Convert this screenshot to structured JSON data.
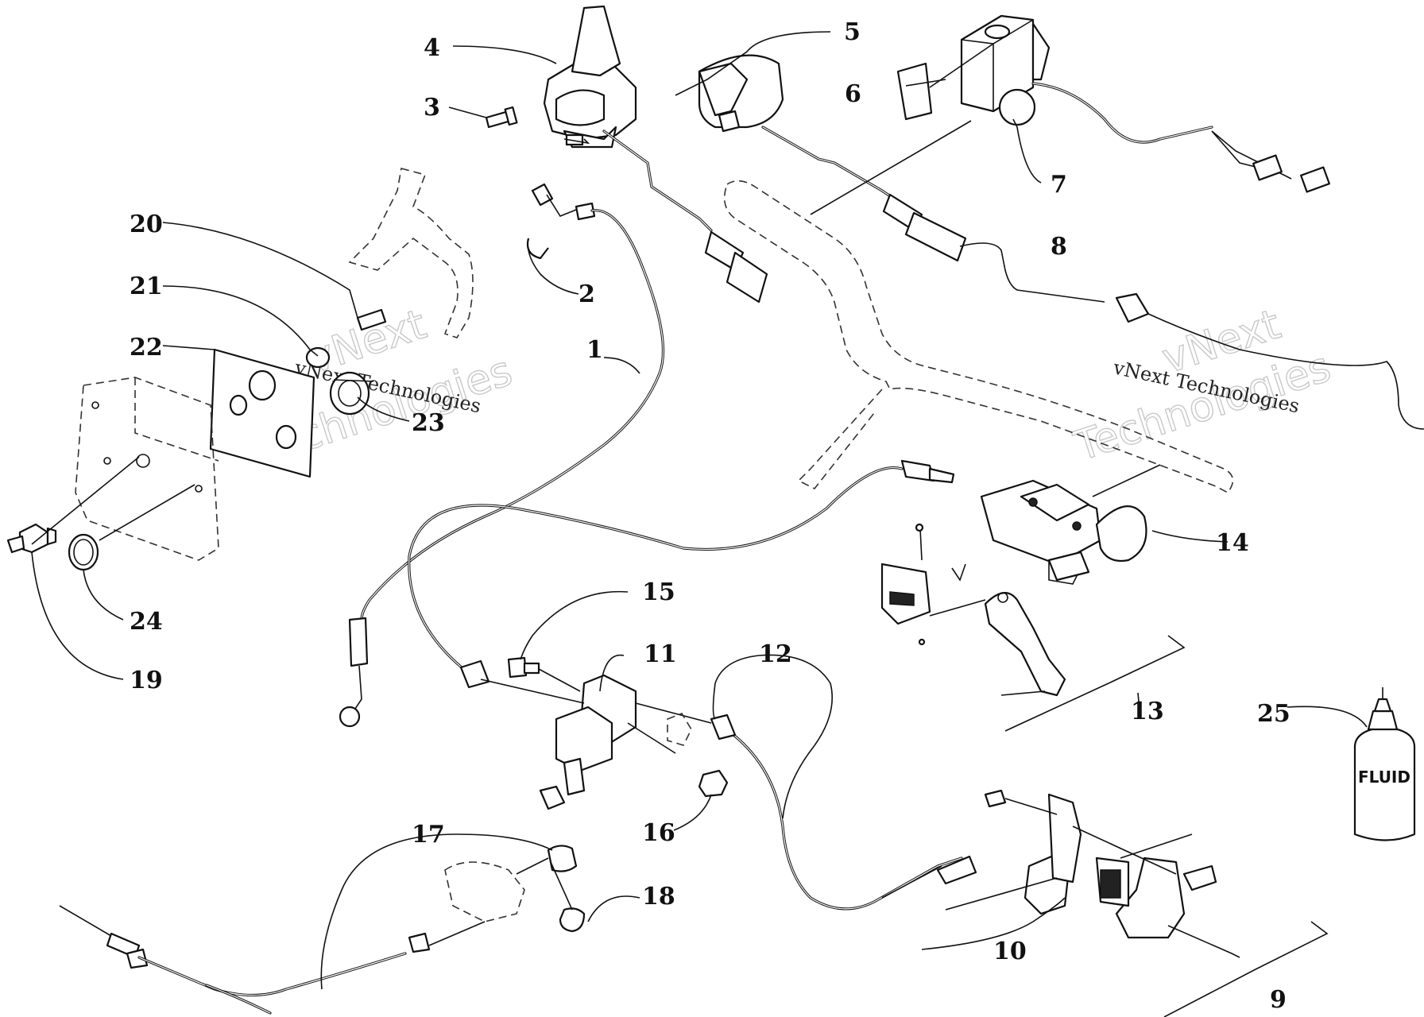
{
  "callouts": [
    {
      "id": "1",
      "text": "1"
    },
    {
      "id": "2",
      "text": "2"
    },
    {
      "id": "3",
      "text": "3"
    },
    {
      "id": "4",
      "text": "4"
    },
    {
      "id": "5",
      "text": "5"
    },
    {
      "id": "6",
      "text": "6"
    },
    {
      "id": "7",
      "text": "7"
    },
    {
      "id": "8",
      "text": "8"
    },
    {
      "id": "9",
      "text": "9"
    },
    {
      "id": "10",
      "text": "10"
    },
    {
      "id": "11",
      "text": "11"
    },
    {
      "id": "12",
      "text": "12"
    },
    {
      "id": "13",
      "text": "13"
    },
    {
      "id": "14",
      "text": "14"
    },
    {
      "id": "15",
      "text": "15"
    },
    {
      "id": "16",
      "text": "16"
    },
    {
      "id": "17",
      "text": "17"
    },
    {
      "id": "18",
      "text": "18"
    },
    {
      "id": "19",
      "text": "19"
    },
    {
      "id": "20",
      "text": "20"
    },
    {
      "id": "21",
      "text": "21"
    },
    {
      "id": "22",
      "text": "22"
    },
    {
      "id": "23",
      "text": "23"
    },
    {
      "id": "24",
      "text": "24"
    },
    {
      "id": "25",
      "text": "25"
    }
  ],
  "fluid_bottle_label": "FLUID",
  "watermarks": {
    "outline_word_1": "vNext",
    "outline_word_2": "Technologies",
    "small_text": "vNext Technologies"
  }
}
